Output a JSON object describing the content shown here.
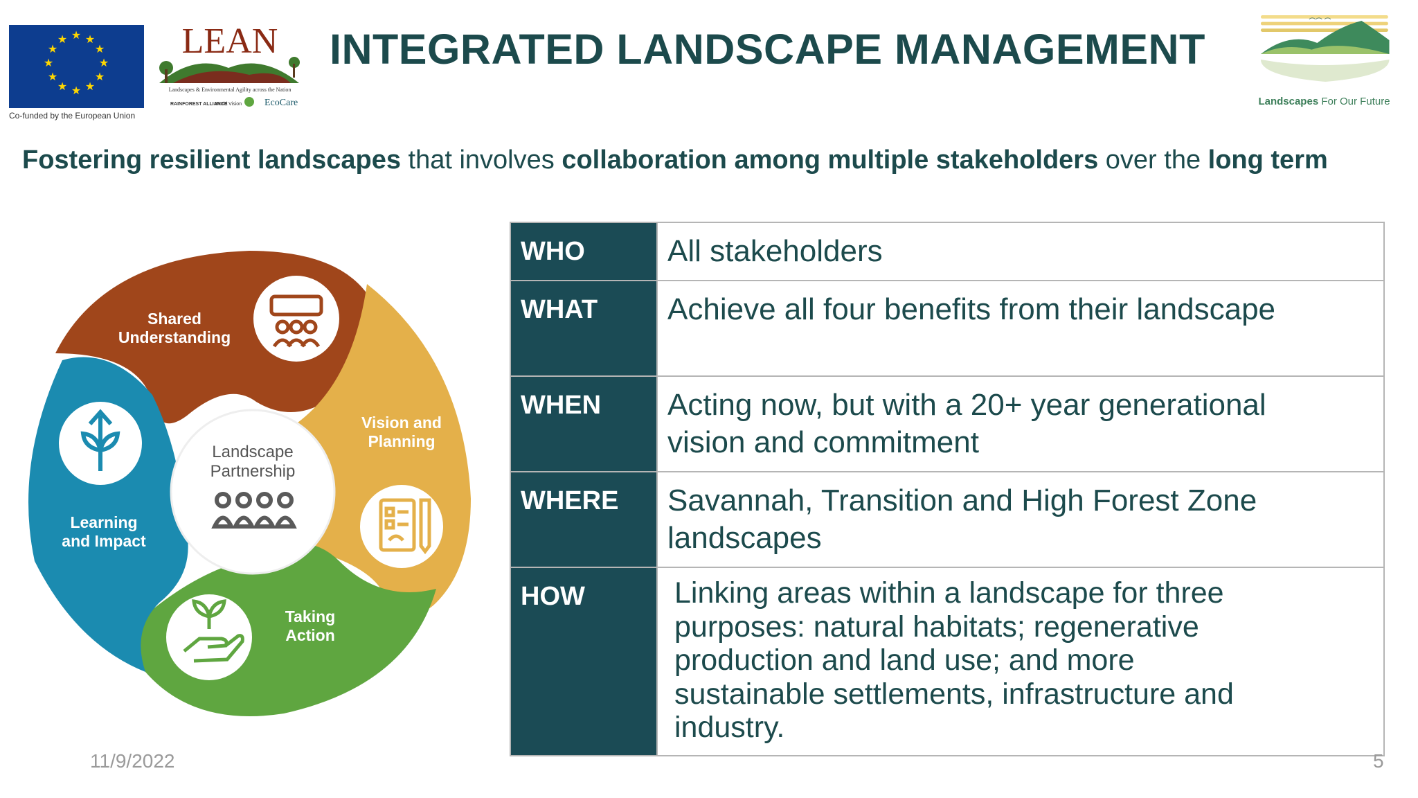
{
  "header": {
    "title": "INTEGRATED LANDSCAPE MANAGEMENT",
    "eu_caption": "Co-funded by the European Union",
    "lean_logo_text": "LEAN",
    "lean_logo_tagline": "Landscapes & Environmental Agility across the Nation",
    "lean_partners": [
      "RAINFOREST ALLIANCE",
      "World Vision",
      "EcoCare"
    ],
    "right_logo_bold": "Landscapes",
    "right_logo_rest": "For Our Future"
  },
  "subtitle": {
    "part1": "Fostering resilient landscapes",
    "part2": " that involves ",
    "part3": "collaboration among multiple stakeholders",
    "part4": " over the ",
    "part5": "long term"
  },
  "diagram": {
    "center": [
      "Landscape",
      "Partnership"
    ],
    "segments": [
      {
        "lines": [
          "Shared",
          "Understanding"
        ],
        "color": "#a0461b",
        "icon": "people-board-icon"
      },
      {
        "lines": [
          "Vision and",
          "Planning"
        ],
        "color": "#e4b04a",
        "icon": "checklist-icon"
      },
      {
        "lines": [
          "Taking",
          "Action"
        ],
        "color": "#5fa640",
        "icon": "hand-sprout-icon"
      },
      {
        "lines": [
          "Learning",
          "and Impact"
        ],
        "color": "#1b8bb0",
        "icon": "plant-arrow-icon"
      }
    ]
  },
  "table": [
    {
      "key": "WHO",
      "lines": [
        "All stakeholders"
      ]
    },
    {
      "key": "WHAT",
      "lines": [
        "Achieve all four benefits from their landscape"
      ]
    },
    {
      "key": "WHEN",
      "lines": [
        "Acting now, but with a 20+ year generational",
        "vision and commitment"
      ]
    },
    {
      "key": "WHERE",
      "lines": [
        "Savannah, Transition and High Forest Zone",
        "landscapes"
      ]
    },
    {
      "key": "HOW",
      "lines": [
        "Linking areas within a landscape for three",
        "purposes: natural habitats; regenerative",
        "production and land use; and more",
        "sustainable settlements, infrastructure and",
        "industry."
      ]
    }
  ],
  "footer": {
    "date": "11/9/2022",
    "page": "5"
  },
  "colors": {
    "title": "#1c4a4c",
    "table_key_bg": "#1b4b55",
    "eu_blue": "#0d3d8f",
    "eu_star": "#ffd700"
  }
}
